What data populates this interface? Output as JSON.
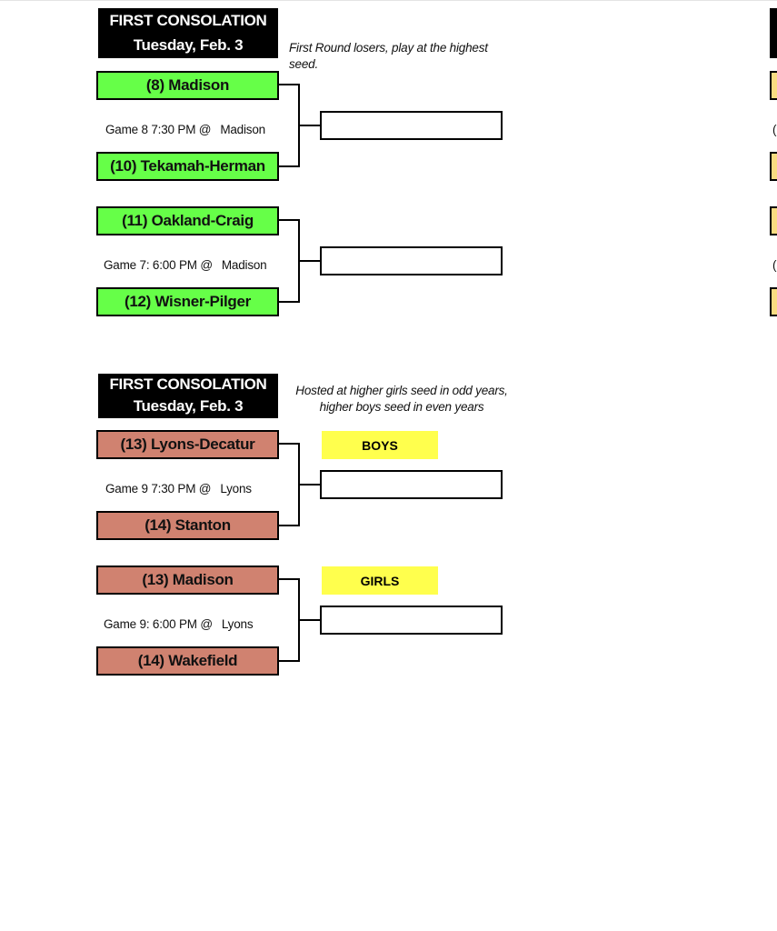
{
  "section1": {
    "header": {
      "line1": "FIRST CONSOLATION",
      "line2": "Tuesday, Feb. 3"
    },
    "note": "First Round losers, play at the highest seed.",
    "matchups": [
      {
        "top": "(8) Madison",
        "bottom": "(10) Tekamah-Herman",
        "game": "Game 8 7:30 PM @",
        "location": "Madison"
      },
      {
        "top": "(11) Oakland-Craig",
        "bottom": "(12) Wisner-Pilger",
        "game": "Game 7: 6:00 PM @",
        "location": "Madison"
      }
    ]
  },
  "section2": {
    "header": {
      "line1": "FIRST CONSOLATION",
      "line2": "Tuesday, Feb. 3"
    },
    "note_line1": "Hosted at higher girls seed in odd years,",
    "note_line2": "higher boys seed in even years",
    "matchups": [
      {
        "top": "(13) Lyons-Decatur",
        "bottom": "(14) Stanton",
        "game": "Game 9 7:30 PM @",
        "location": "Lyons",
        "tag": "BOYS"
      },
      {
        "top": "(13) Madison",
        "bottom": "(14) Wakefield",
        "game": "Game 9: 6:00 PM @",
        "location": "Lyons",
        "tag": "GIRLS"
      }
    ]
  },
  "colors": {
    "section1_team": "#66ff48",
    "section2_team": "#d08270",
    "tag": "#ffff4d",
    "edge_team": "#f9dc82",
    "header_bg": "#000000"
  }
}
